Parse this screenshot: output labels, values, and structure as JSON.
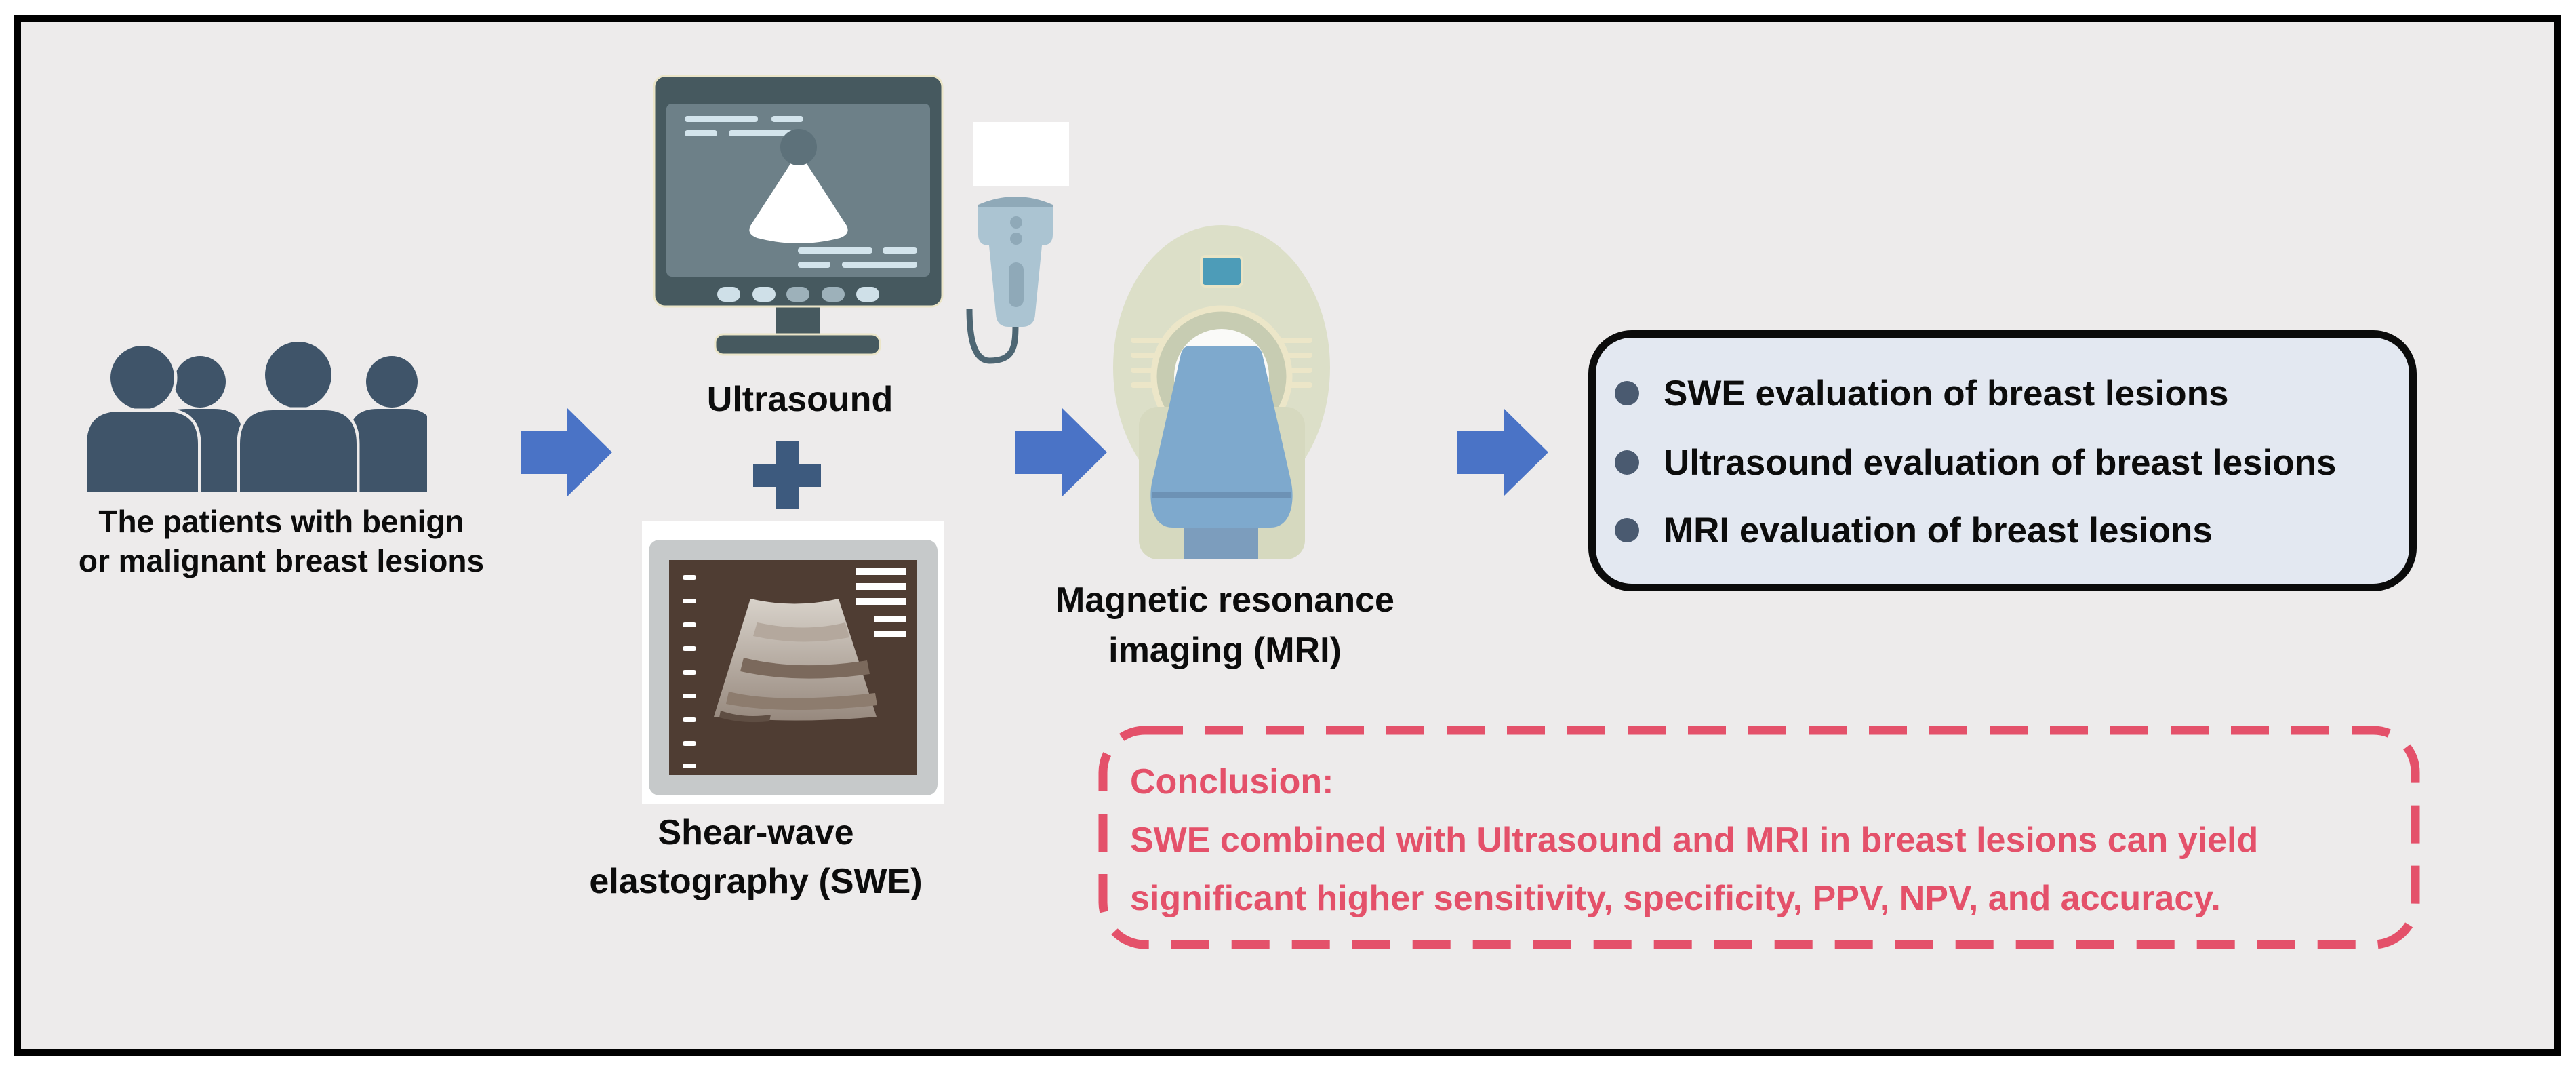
{
  "colors": {
    "background": "#edebeb",
    "frame": "#000000",
    "arrow_blue": "#4a73c6",
    "people_navy": "#3f5469",
    "plus_navy": "#3d5a7e",
    "monitor_bezel": "#46595f",
    "monitor_screen": "#6d8088",
    "screen_lines": "#d3e4ec",
    "swe_frame_gray": "#c6c9ca",
    "swe_screen_brown": "#4f3d33",
    "mri_body_beige": "#dcdfc8",
    "mri_ring": "#c7ccb2",
    "mri_accent_teal": "#4d9cb8",
    "mri_cream": "#ece6c8",
    "mri_bed_blue": "#7ea9cd",
    "outcomes_fill": "#e3e8f1",
    "bullet_slate": "#4a5a70",
    "conclusion_red": "#e4516a"
  },
  "patients": {
    "icon": "patients-group-icon",
    "caption_line1": "The patients with benign",
    "caption_line2": "or malignant breast lesions"
  },
  "ultrasound": {
    "icon": "ultrasound-monitor-icon",
    "probe_icon": "ultrasound-probe-icon",
    "caption": "Ultrasound"
  },
  "combiner": {
    "icon": "plus-icon"
  },
  "swe": {
    "icon": "swe-elastography-image-icon",
    "caption_line1": "Shear-wave",
    "caption_line2": "elastography (SWE)"
  },
  "mri": {
    "icon": "mri-scanner-icon",
    "caption_line1": "Magnetic resonance",
    "caption_line2": "imaging (MRI)"
  },
  "outcomes": {
    "items": [
      "SWE evaluation of breast lesions",
      "Ultrasound evaluation of breast lesions",
      "MRI evaluation of breast lesions"
    ]
  },
  "conclusion": {
    "title": "Conclusion:",
    "line1": "SWE combined with Ultrasound and MRI in breast lesions can yield",
    "line2": "significant higher sensitivity, specificity, PPV, NPV, and accuracy."
  }
}
